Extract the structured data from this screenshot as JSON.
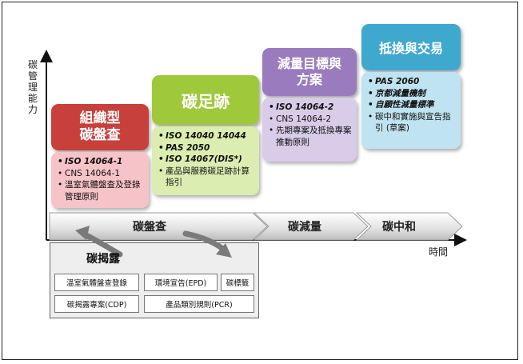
{
  "axes": {
    "y_label": "碳管理能力",
    "x_label": "時間"
  },
  "stages": [
    {
      "title": "組織型碳盤查",
      "title_lines": [
        "組織型",
        "碳盤查"
      ],
      "items": [
        "ISO 14064-1",
        "CNS 14064-1",
        "溫室氣體盤查及登錄管理原則"
      ],
      "colors": {
        "title_bg": "#c8403c",
        "title_fg": "#ffffff",
        "body_bg": "#f6c3c8"
      }
    },
    {
      "title": "碳足跡",
      "title_lines": [
        "碳足跡"
      ],
      "items": [
        "ISO 14040 14044",
        "PAS 2050",
        "ISO 14067(DIS*)",
        "產品與服務碳足跡計算指引"
      ],
      "colors": {
        "title_bg": "#9fc93a",
        "title_fg": "#ffffff",
        "body_bg": "#dbedb0"
      }
    },
    {
      "title": "減量目標與方案",
      "title_lines": [
        "減量目標與",
        "方案"
      ],
      "items": [
        "ISO 14064-2",
        "CNS 14064-2",
        "先期專案及抵換專案推動原則"
      ],
      "colors": {
        "title_bg": "#9a7cbe",
        "title_fg": "#ffffff",
        "body_bg": "#d8cce8"
      }
    },
    {
      "title": "抵換與交易",
      "title_lines": [
        "抵換與交易"
      ],
      "items": [
        "PAS 2060",
        "京都減量機制",
        "自願性減量標準",
        "碳中和實施與宣告指引 (草案)"
      ],
      "colors": {
        "title_bg": "#3fa8cf",
        "title_fg": "#ffffff",
        "body_bg": "#bfe3f1"
      }
    }
  ],
  "timeline": {
    "segments": [
      "碳盤查",
      "碳減量",
      "碳中和"
    ]
  },
  "disclosure": {
    "title": "碳揭露",
    "cells": [
      "溫室氣體盤查登錄",
      "環境宣告(EPD)",
      "碳標籤",
      "碳揭露專案(CDP)",
      "產品類別規則(PCR)"
    ]
  }
}
